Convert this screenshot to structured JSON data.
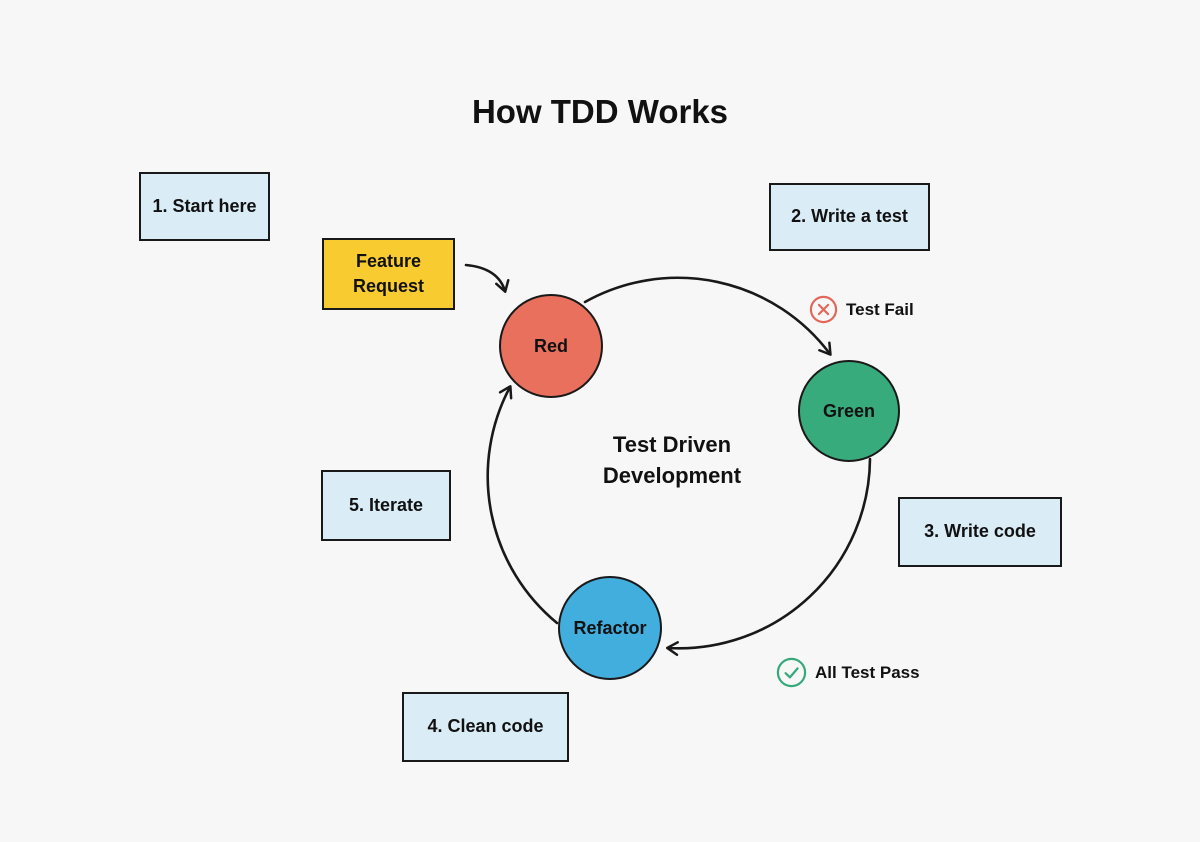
{
  "title": "How TDD Works",
  "center_label": "Test Driven Development",
  "boxes": {
    "start_here": "1. Start here",
    "write_test": "2. Write a test",
    "write_code": "3. Write code",
    "clean_code": "4. Clean code",
    "iterate": "5. Iterate",
    "feature_request": "Feature Request"
  },
  "nodes": {
    "red": "Red",
    "green": "Green",
    "refactor": "Refactor"
  },
  "annotations": {
    "test_fail": "Test Fail",
    "all_test_pass": "All Test Pass"
  },
  "icons": {
    "test_fail": "x-circle-icon",
    "all_test_pass": "check-circle-icon"
  },
  "colors": {
    "background": "#f7f7f8",
    "step_box_fill": "#daedf7",
    "feature_box_fill": "#f8cc30",
    "node_red": "#e8705c",
    "node_green": "#38ab7d",
    "node_refactor": "#41aede",
    "outline": "#191919",
    "arrow": "#191919",
    "text": "#111111",
    "fail_icon": "#e2685a",
    "pass_icon": "#34a97a"
  }
}
